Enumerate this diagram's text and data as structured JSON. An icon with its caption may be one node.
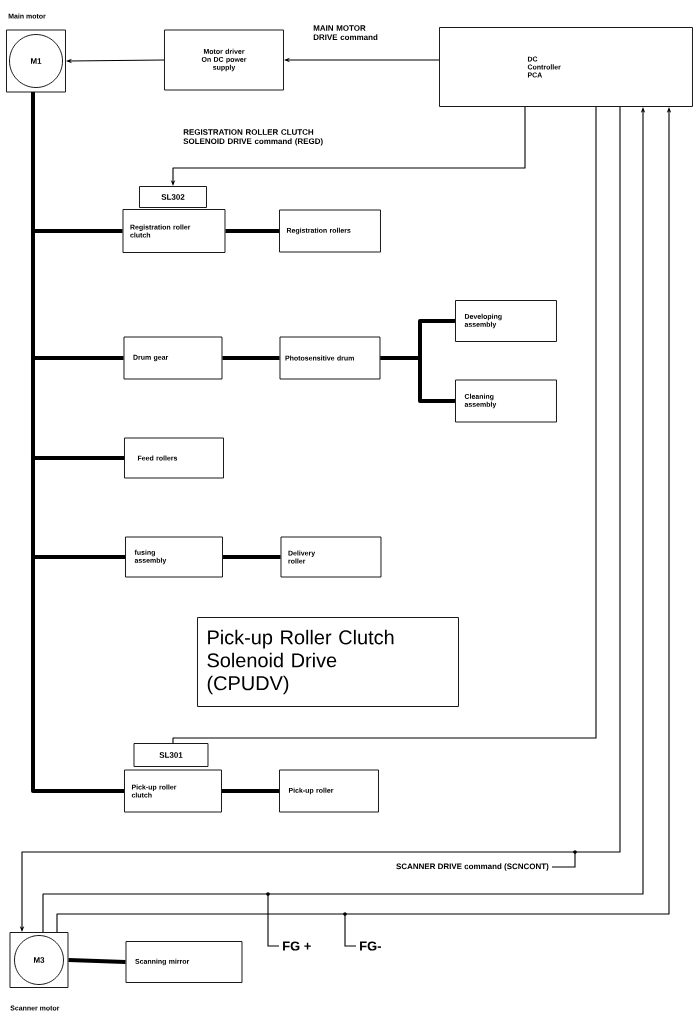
{
  "diagram": {
    "nodes": [
      {
        "text": [
          "M1"
        ],
        "beside": [
          "Main motor"
        ]
      },
      {
        "text": [
          "Motor driver On DC power supply"
        ]
      },
      {
        "text": [
          "DC Controller PCA"
        ]
      },
      {
        "text": [
          "SL302"
        ]
      },
      {
        "text": [
          "Registration roller clutch"
        ]
      },
      {
        "text": [
          "Registration rollers"
        ]
      },
      {
        "text": [
          "Drum gear"
        ]
      },
      {
        "text": [
          "Photosensitive drum"
        ]
      },
      {
        "text": [
          "Developing assembly"
        ]
      },
      {
        "text": [
          "Cleaning assembly"
        ]
      },
      {
        "text": [
          "Feed rollers"
        ]
      },
      {
        "text": [
          "fusing assembly"
        ]
      },
      {
        "text": [
          "Delivery roller"
        ]
      },
      {
        "text": [
          "Pick-up Roller Clutch Solenoid Drive (CPUDV)"
        ]
      },
      {
        "text": [
          "SL301"
        ]
      },
      {
        "text": [
          "Pick-up roller clutch"
        ]
      },
      {
        "text": [
          "Pick-up roller"
        ]
      },
      {
        "text": [
          "M3"
        ],
        "beside": [
          "Scanner motor"
        ]
      },
      {
        "text": [
          "Scanning mirror"
        ]
      }
    ],
    "edges": [
      {
        "from": 2,
        "to": 1,
        "arrow": "to",
        "label": "MAIN MOTOR DRIVE command"
      },
      {
        "from": 1,
        "to": 0,
        "arrow": "to"
      },
      {
        "from": 2,
        "to": 3,
        "arrow": "to",
        "label": "REGISTRATION ROLLER CLUTCH SOLENOID DRIVE command (REGD)"
      },
      {
        "from": 0,
        "to": 4,
        "arrow": "none"
      },
      {
        "from": 0,
        "to": 6,
        "arrow": "none"
      },
      {
        "from": 0,
        "to": 10,
        "arrow": "none"
      },
      {
        "from": 0,
        "to": 11,
        "arrow": "none"
      },
      {
        "from": 0,
        "to": 15,
        "arrow": "none"
      },
      {
        "from": 4,
        "to": 5,
        "arrow": "none"
      },
      {
        "from": 6,
        "to": 7,
        "arrow": "none"
      },
      {
        "from": 7,
        "to": 8,
        "arrow": "none"
      },
      {
        "from": 7,
        "to": 9,
        "arrow": "none"
      },
      {
        "from": 11,
        "to": 12,
        "arrow": "none"
      },
      {
        "from": 15,
        "to": 16,
        "arrow": "none"
      },
      {
        "from": 2,
        "to": 14,
        "arrow": "none"
      },
      {
        "from": 2,
        "to": 17,
        "arrow": "to",
        "label": "SCANNER DRIVE command (SCNCONT)"
      },
      {
        "from": 17,
        "to": 2,
        "arrow": "to",
        "label": "FG +"
      },
      {
        "from": 17,
        "to": 2,
        "arrow": "to",
        "label": "FG-"
      },
      {
        "from": 17,
        "to": 18,
        "arrow": "none"
      }
    ]
  }
}
